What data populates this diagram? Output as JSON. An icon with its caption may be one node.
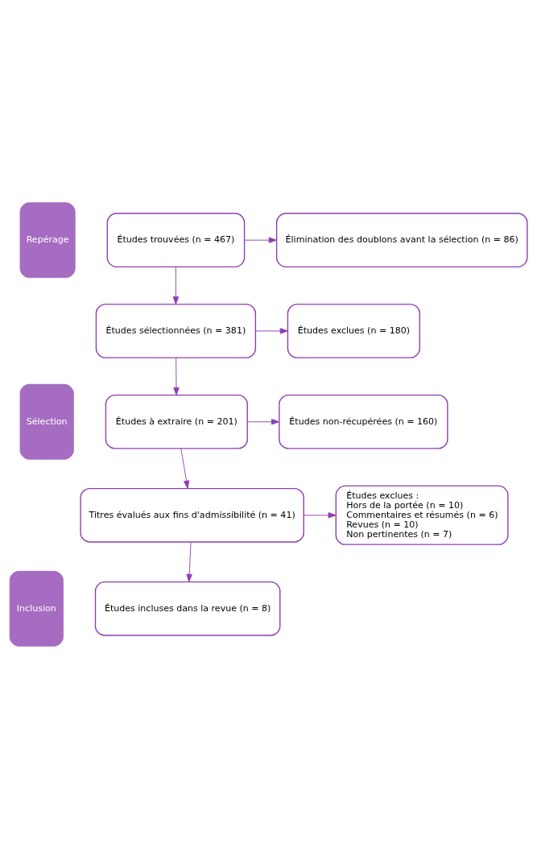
{
  "diagram": {
    "nodes": [
      {
        "text": [
          "Repérage"
        ]
      },
      {
        "text": [
          "Études trouvées (n = 467)"
        ]
      },
      {
        "text": [
          "Élimination des doublons avant la sélection (n = 86)"
        ]
      },
      {
        "text": [
          "Sélection"
        ]
      },
      {
        "text": [
          "Études sélectionnées (n = 381)"
        ]
      },
      {
        "text": [
          "Études exclues (n = 180)"
        ]
      },
      {
        "text": [
          "Études à extraire (n = 201)"
        ]
      },
      {
        "text": [
          "Études non-récupérées (n = 160)"
        ]
      },
      {
        "text": [
          "Titres évalués aux fins d'admissibilité (n = 41)"
        ]
      },
      {
        "text": [
          "Études exclues :",
          "Hors de la portée (n = 10)",
          "Commentaires et résumés (n = 6)",
          "Revues (n = 10)",
          "Non pertinentes (n = 7)"
        ]
      },
      {
        "text": [
          "Inclusion"
        ]
      },
      {
        "text": [
          "Études incluses dans la revue (n = 8)"
        ]
      }
    ],
    "edges": [
      {
        "from": 1,
        "to": 2,
        "arrow": "to"
      },
      {
        "from": 1,
        "to": 4,
        "arrow": "to"
      },
      {
        "from": 4,
        "to": 5,
        "arrow": "to"
      },
      {
        "from": 4,
        "to": 6,
        "arrow": "to"
      },
      {
        "from": 6,
        "to": 7,
        "arrow": "to"
      },
      {
        "from": 6,
        "to": 8,
        "arrow": "to"
      },
      {
        "from": 8,
        "to": 9,
        "arrow": "to"
      },
      {
        "from": 8,
        "to": 11,
        "arrow": "to"
      }
    ]
  }
}
